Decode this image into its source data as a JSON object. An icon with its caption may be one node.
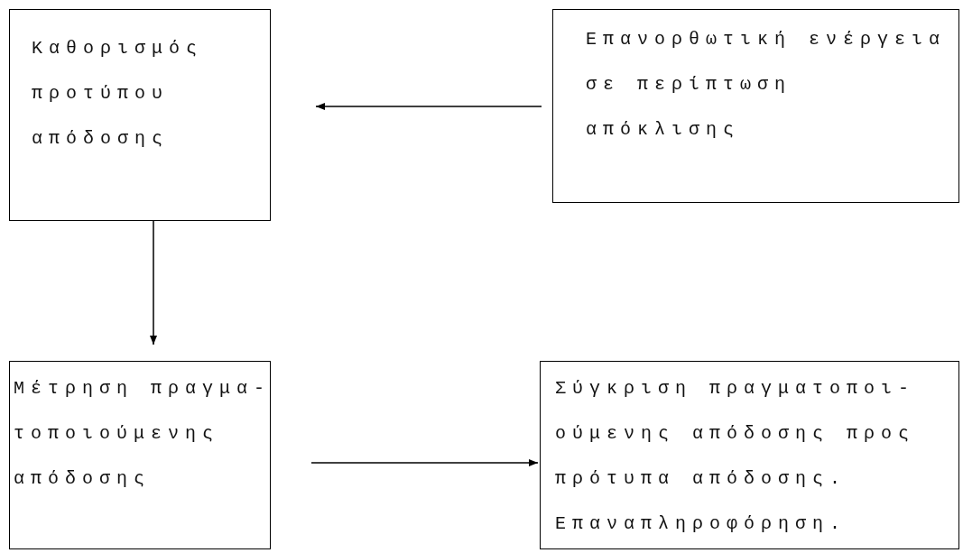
{
  "diagram": {
    "nodes": [
      {
        "text": [
          "Καθορισμός προτύπου απόδοσης"
        ]
      },
      {
        "text": [
          "Επανορθωτική ενέργεια σε περίπτωση απόκλισης"
        ]
      },
      {
        "text": [
          "Μέτρηση πραγμα- τοποιούμενης απόδοσης"
        ]
      },
      {
        "text": [
          "Σύγκριση πραγματοποι- ούμενης απόδοσης προς πρότυπα απόδοσης. Επαναπληροφόρηση."
        ]
      }
    ],
    "edges": [
      {
        "from": 1,
        "to": 0,
        "arrow": "to"
      },
      {
        "from": 0,
        "to": 2,
        "arrow": "to"
      },
      {
        "from": 2,
        "to": 3,
        "arrow": "to"
      }
    ]
  }
}
